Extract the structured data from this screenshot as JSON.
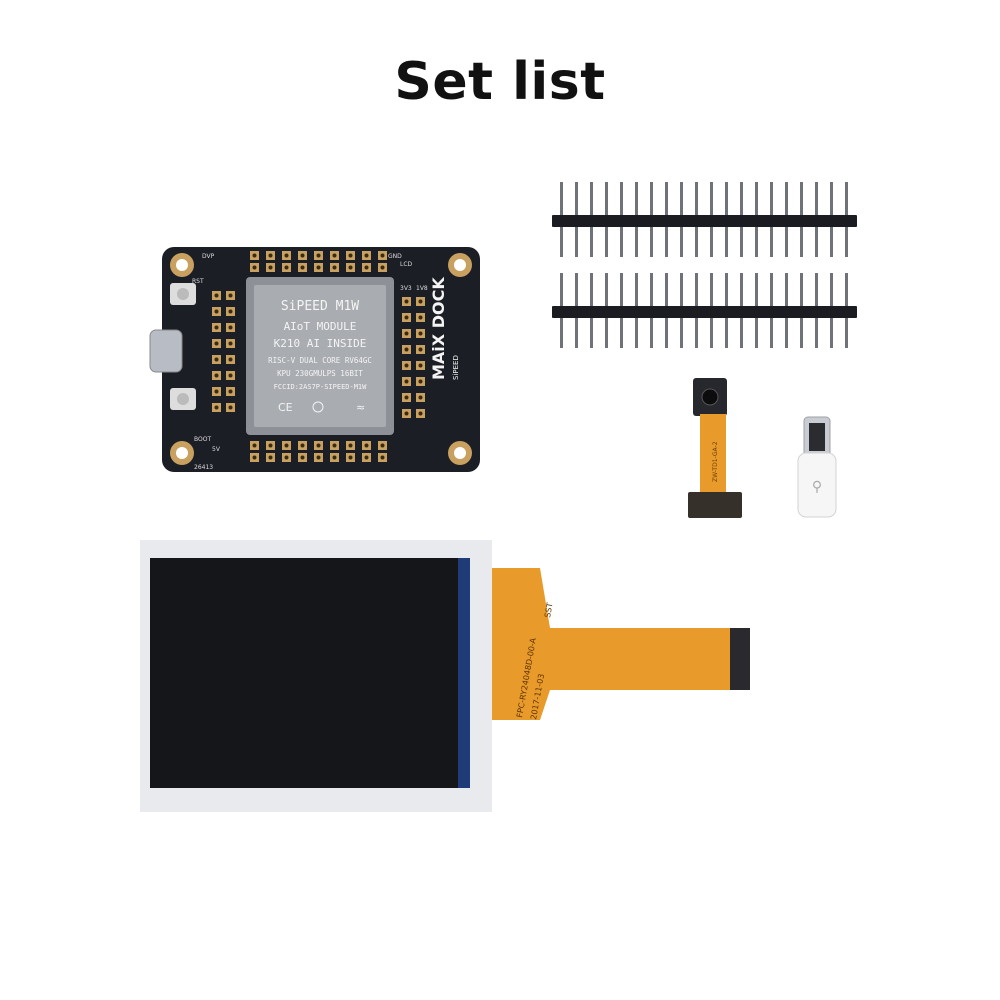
{
  "title": "Set list",
  "board": {
    "module_lines": [
      "SiPEED M1W",
      "AIoT MODULE",
      "K210 AI INSIDE",
      "RISC-V DUAL CORE RV64GC",
      "KPU 230GMULPS 16BIT",
      "FCCID:2AS7P-SIPEED-M1W"
    ],
    "brand": "MAiX DOCK",
    "brand_sub": "SiPEED",
    "silk": [
      "RST",
      "BOOT",
      "5V",
      "GND",
      "3V3",
      "1V8",
      "LCD",
      "DVP",
      "26413"
    ]
  },
  "camera": {
    "flex_text": "ZW-TD1-GA-2"
  },
  "lcd": {
    "flex_text": [
      "FPC-RY24048D-00-A",
      "SST",
      "2017-11-03"
    ]
  },
  "header": {
    "pin_count": 20
  },
  "colors": {
    "pcb": "#1c1e26",
    "gold": "#c8a060",
    "flex": "#e89a2a",
    "screen": "#15161a"
  }
}
